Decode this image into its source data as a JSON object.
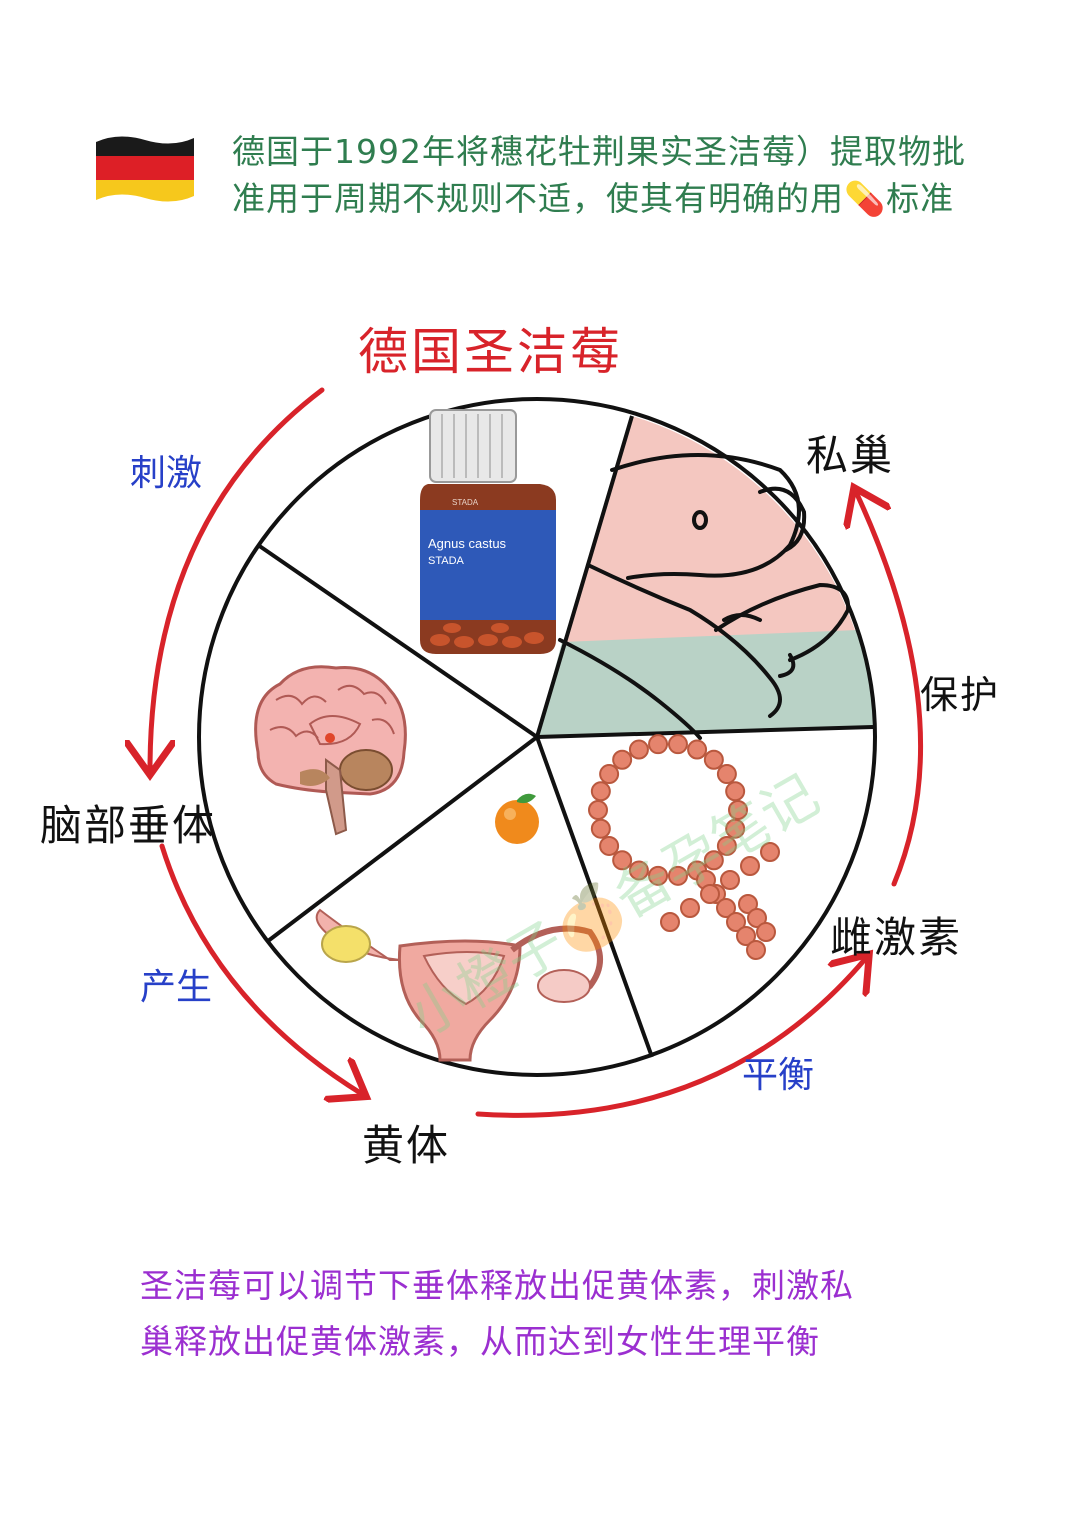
{
  "intro": {
    "line1": "德国于1992年将穗花牡荆果实圣洁莓）提取物批",
    "line2": "准用于周期不规则不适，使其有明确的用💊标准"
  },
  "title": "德国圣洁莓",
  "nodes": {
    "pituitary": "脑部垂体",
    "ovary": "私巢",
    "estrogen": "雌激素",
    "corpus_luteum": "黄体"
  },
  "edges": {
    "stimulate": "刺激",
    "produce": "产生",
    "balance": "平衡",
    "protect": "保护"
  },
  "summary": {
    "line1": "圣洁莓可以调节下垂体释放出促黄体素，刺激私",
    "line2": "巢释放出促黄体激素，从而达到女性生理平衡"
  },
  "watermark": "小橙子🍊备孕笔记",
  "bottle_label": {
    "brand": "STADA",
    "name1": "Agnus castus",
    "name2": "STADA"
  },
  "colors": {
    "arrow_red": "#d8232a",
    "edge_blue": "#2740c8",
    "intro_green": "#2f7d4f",
    "summary_purple": "#9b2fd0",
    "bead_orange": "#e5846d"
  },
  "icons": {
    "flag": "germany-flag-icon",
    "orange": "orange-fruit-icon",
    "pill": "pill-icon"
  }
}
